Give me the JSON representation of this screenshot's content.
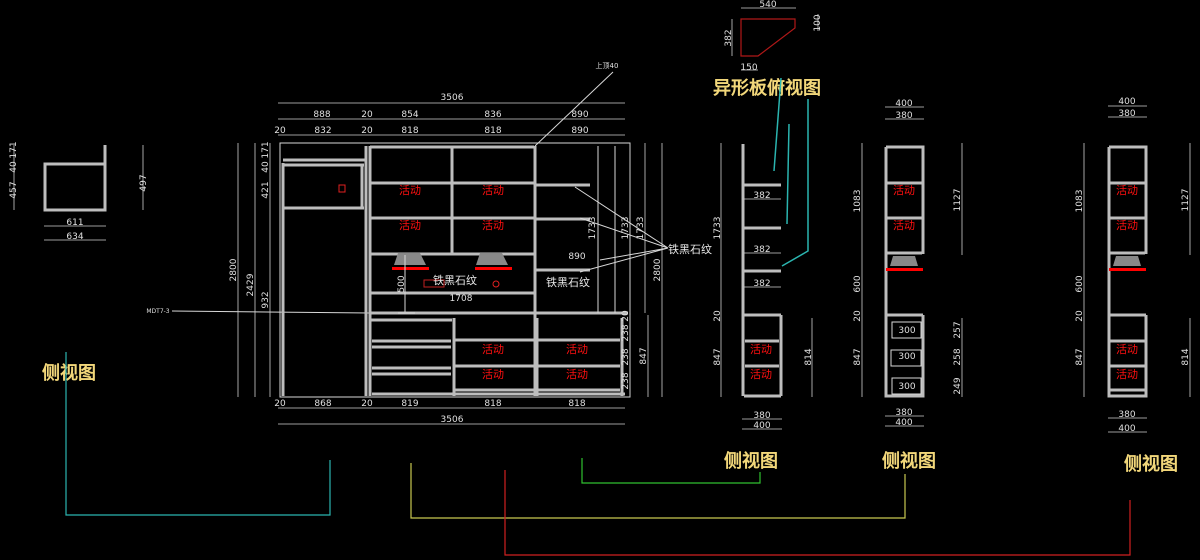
{
  "labels": {
    "side_view": "侧视图",
    "shaped_board_top_view": "异形板俯视图",
    "material": "铁黑石纹",
    "movable": "活动",
    "top_note": "上顶40",
    "tag": "MDT7-3"
  },
  "main": {
    "top_total": "3506",
    "top_row2": [
      "888",
      "20",
      "854",
      "836",
      "890"
    ],
    "top_row3": [
      "20",
      "832",
      "20",
      "818",
      "818",
      "890"
    ],
    "bottom_row": [
      "20",
      "868",
      "20",
      "819",
      "818",
      "818"
    ],
    "bottom_total": "3506",
    "left_dims": [
      "2800",
      "2429",
      "932",
      "421",
      "40",
      "171"
    ],
    "right_dims": [
      "1733",
      "1733",
      "1733",
      "2800",
      "20",
      "238",
      "238",
      "238",
      "847"
    ],
    "inner": [
      "890",
      "500",
      "1708"
    ]
  },
  "left_view": {
    "dims": [
      "457",
      "40",
      "171",
      "497",
      "611",
      "634"
    ]
  },
  "shaped_board": {
    "dims": [
      "540",
      "382",
      "100",
      "150"
    ]
  },
  "side_view_1": {
    "dims": [
      "1733",
      "382",
      "382",
      "382",
      "20",
      "847",
      "814",
      "380",
      "400"
    ]
  },
  "side_view_2": {
    "dims": [
      "400",
      "380",
      "1083",
      "1127",
      "600",
      "20",
      "847",
      "300",
      "300",
      "300",
      "257",
      "258",
      "249",
      "380",
      "400"
    ]
  },
  "side_view_3": {
    "dims": [
      "400",
      "380",
      "1083",
      "1127",
      "600",
      "20",
      "847",
      "814",
      "380",
      "400"
    ]
  },
  "colors": {
    "background": "#000000",
    "label": "#f2d77a",
    "movable": "#ff1010",
    "leader_cyan": "#2bb5b0",
    "leader_yellow": "#c8c850",
    "leader_red": "#d02020",
    "leader_green": "#30c030"
  }
}
